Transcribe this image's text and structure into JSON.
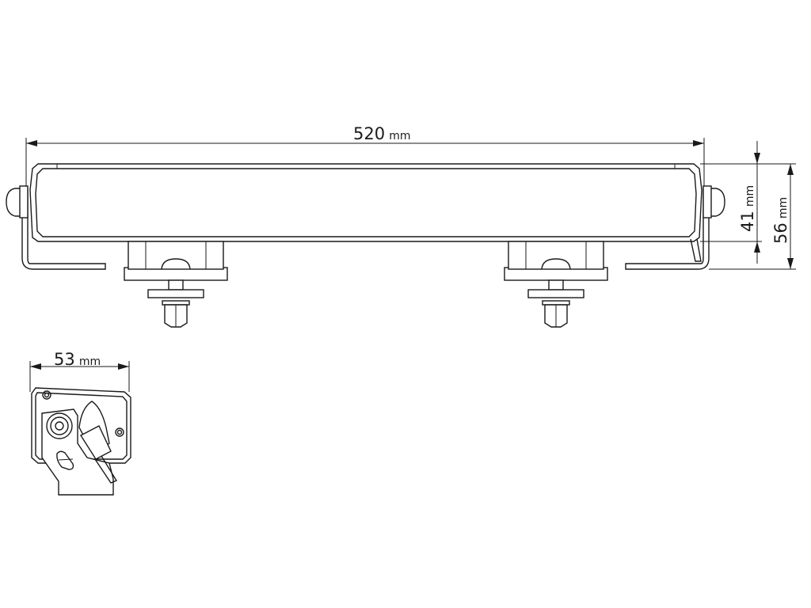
{
  "dimensions": {
    "length": {
      "value": "520",
      "unit": "mm"
    },
    "height_body": {
      "value": "41",
      "unit": "mm"
    },
    "height_total": {
      "value": "56",
      "unit": "mm"
    },
    "depth": {
      "value": "53",
      "unit": "mm"
    }
  }
}
